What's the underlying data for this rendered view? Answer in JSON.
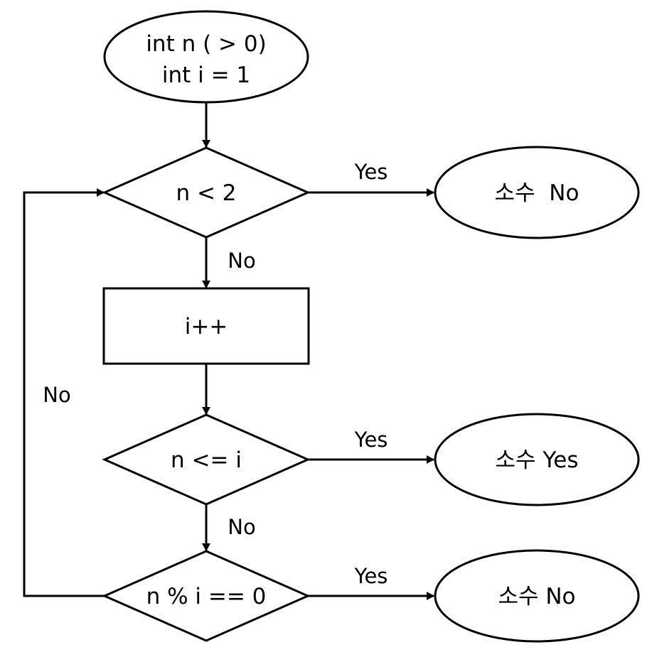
{
  "diagram": {
    "type": "flowchart",
    "stroke_color": "#000000",
    "background": "#ffffff",
    "nodes": {
      "start": {
        "shape": "ellipse",
        "lines": [
          "int n ( > 0)",
          "int i = 1"
        ]
      },
      "check_lt2": {
        "shape": "diamond",
        "text": "n < 2"
      },
      "result_lt2": {
        "shape": "ellipse",
        "text": "소수  No"
      },
      "increment": {
        "shape": "rectangle",
        "text": "i++"
      },
      "check_le_i": {
        "shape": "diamond",
        "text": "n <= i"
      },
      "result_prime": {
        "shape": "ellipse",
        "text": "소수 Yes"
      },
      "check_mod": {
        "shape": "diamond",
        "text": "n % i == 0"
      },
      "result_divisible": {
        "shape": "ellipse",
        "text": "소수 No"
      }
    },
    "edges": [
      {
        "from": "start",
        "to": "check_lt2",
        "label": ""
      },
      {
        "from": "check_lt2",
        "to": "result_lt2",
        "label": "Yes"
      },
      {
        "from": "check_lt2",
        "to": "increment",
        "label": "No"
      },
      {
        "from": "increment",
        "to": "check_le_i",
        "label": ""
      },
      {
        "from": "check_le_i",
        "to": "result_prime",
        "label": "Yes"
      },
      {
        "from": "check_le_i",
        "to": "check_mod",
        "label": "No"
      },
      {
        "from": "check_mod",
        "to": "result_divisible",
        "label": "Yes"
      },
      {
        "from": "check_mod",
        "to": "check_lt2",
        "label": "No"
      }
    ]
  }
}
